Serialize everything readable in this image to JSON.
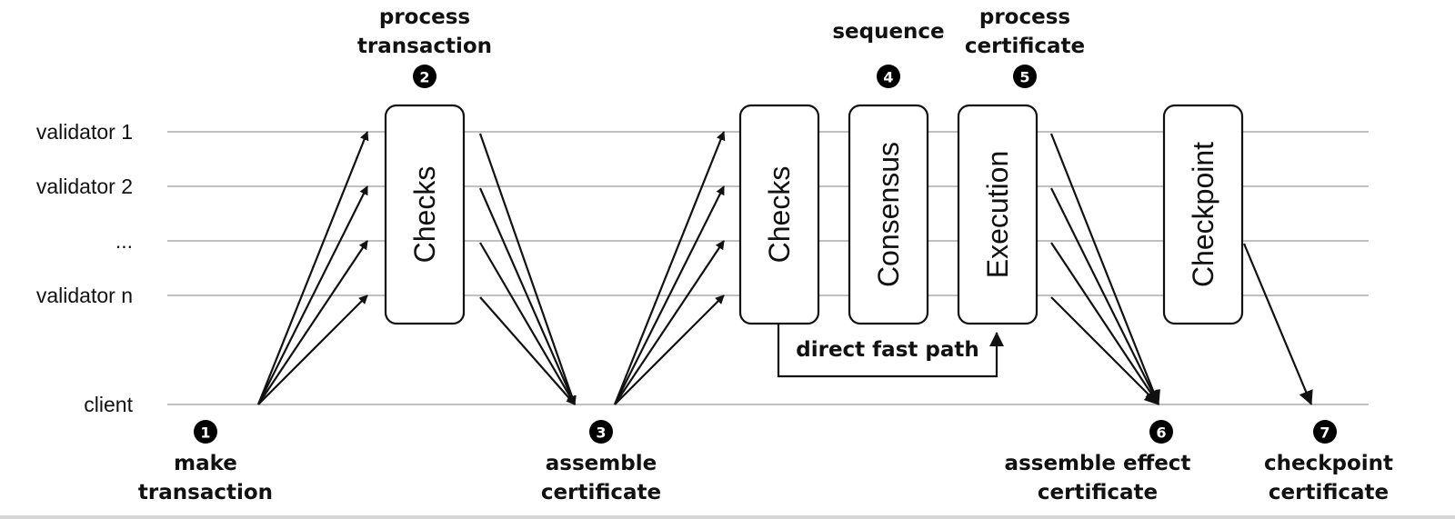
{
  "lanes": {
    "validator_1": "validator 1",
    "validator_2": "validator 2",
    "ellipsis": "...",
    "validator_n": "validator n",
    "client": "client"
  },
  "steps": {
    "s1": {
      "number": "1",
      "line1": "make",
      "line2": "transaction"
    },
    "s2": {
      "number": "2",
      "line1": "process",
      "line2": "transaction"
    },
    "s3": {
      "number": "3",
      "line1": "assemble",
      "line2": "certificate"
    },
    "s4": {
      "number": "4",
      "line1": "sequence"
    },
    "s5": {
      "number": "5",
      "line1": "process",
      "line2": "certificate"
    },
    "s6": {
      "number": "6",
      "line1": "assemble effect",
      "line2": "certificate"
    },
    "s7": {
      "number": "7",
      "line1": "checkpoint",
      "line2": "certificate"
    }
  },
  "boxes": {
    "checks_1": "Checks",
    "checks_2": "Checks",
    "consensus": "Consensus",
    "execution": "Execution",
    "checkpoint": "Checkpoint"
  },
  "fast_path_label": "direct fast path"
}
